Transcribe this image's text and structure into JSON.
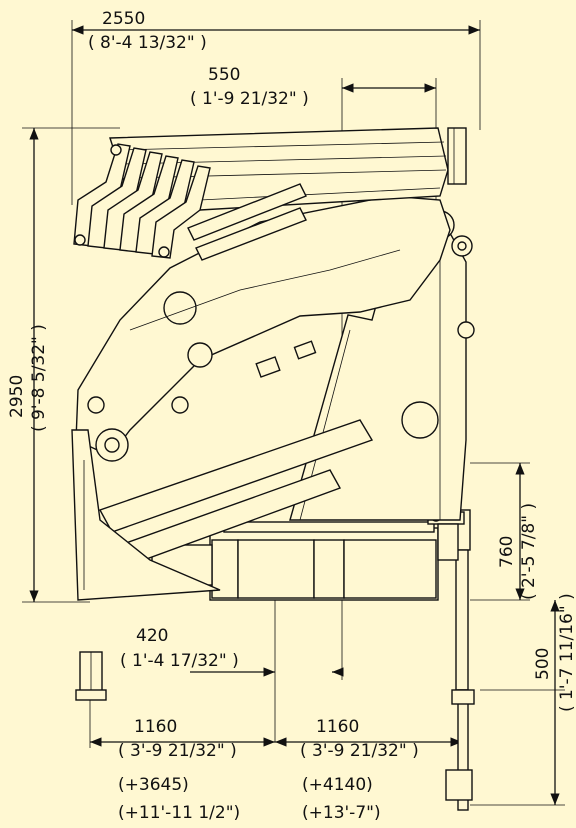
{
  "diagram": {
    "overall_width": {
      "metric": "2550",
      "imperial": "( 8'-4 13/32\" )"
    },
    "column_offset": {
      "metric": "550",
      "imperial": "( 1'-9 21/32\" )"
    },
    "overall_height": {
      "metric": "2950",
      "imperial": "( 9'-8 5/32\" )"
    },
    "base_height": {
      "metric": "760",
      "imperial": "( 2'-5 7/8\" )"
    },
    "leg_extension": {
      "metric": "500",
      "imperial": "( 1'-7 11/16\" )"
    },
    "base_offset": {
      "metric": "420",
      "imperial": "( 1'-4 17/32\" )"
    },
    "left_stabilizer": {
      "metric": "1160",
      "imperial": "( 3'-9 21/32\" )",
      "extended_metric": "(+3645)",
      "extended_imperial": "(+11'-11 1/2\")"
    },
    "right_stabilizer": {
      "metric": "1160",
      "imperial": "( 3'-9 21/32\" )",
      "extended_metric": "(+4140)",
      "extended_imperial": "(+13'-7\")"
    },
    "colors": {
      "background": "#fff8d2",
      "line": "#111111"
    }
  }
}
